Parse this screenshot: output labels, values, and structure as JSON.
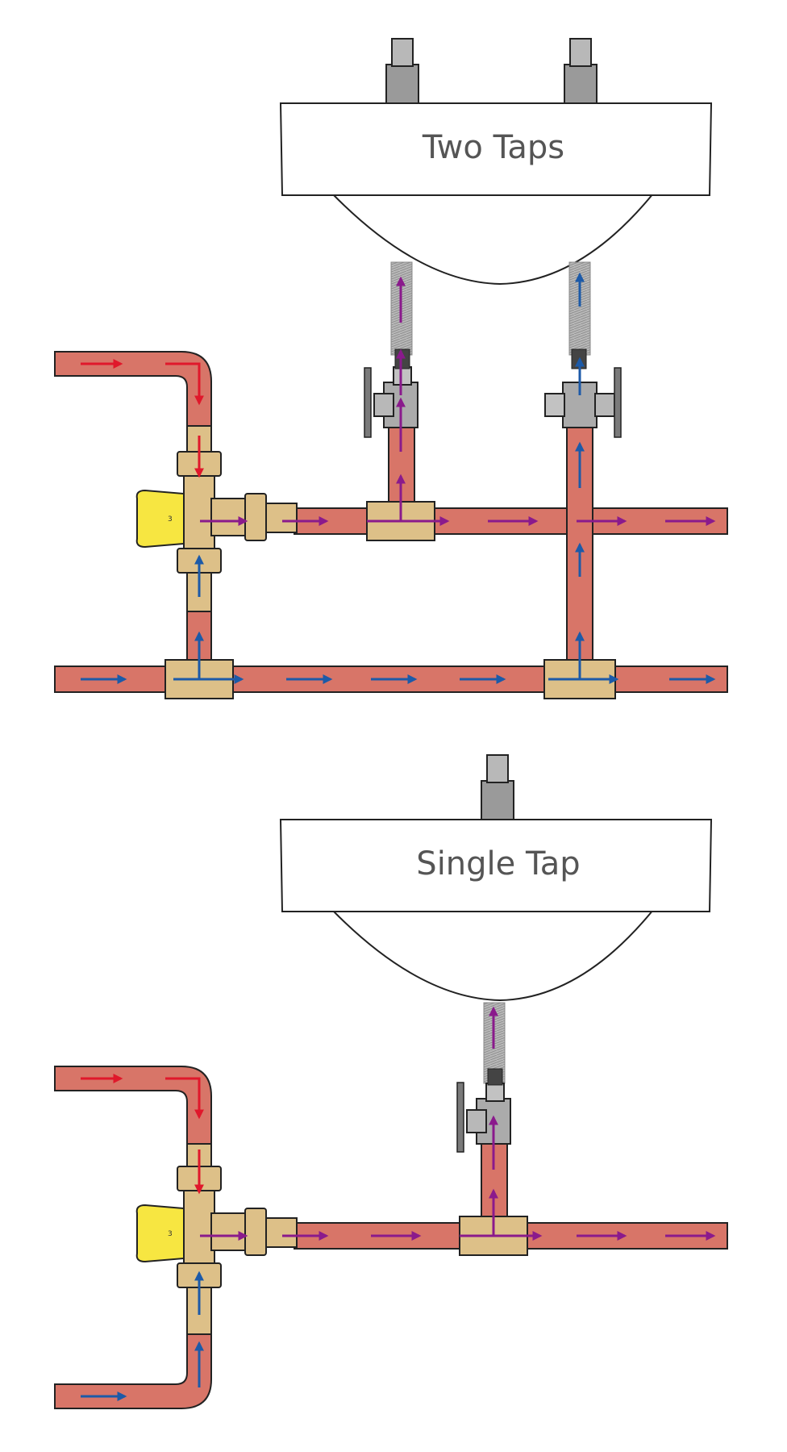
{
  "diagrams": [
    {
      "title": "Two Taps"
    },
    {
      "title": "Single Tap"
    }
  ],
  "colors": {
    "pipe": "#d87568",
    "pipe_outline": "#222222",
    "brass": "#ddc088",
    "valve_knob": "#f7e641",
    "tap_grey": "#9a9a9a",
    "hot_arrow": "#e0182b",
    "cold_arrow": "#1c5aa8",
    "mixed_arrow": "#8a1a8c"
  },
  "legend_icons": [
    "hot-water-arrow",
    "cold-water-arrow",
    "mixed-water-arrow",
    "thermostatic-mixing-valve-icon",
    "isolation-valve-icon",
    "basin-icon",
    "tap-icon"
  ]
}
